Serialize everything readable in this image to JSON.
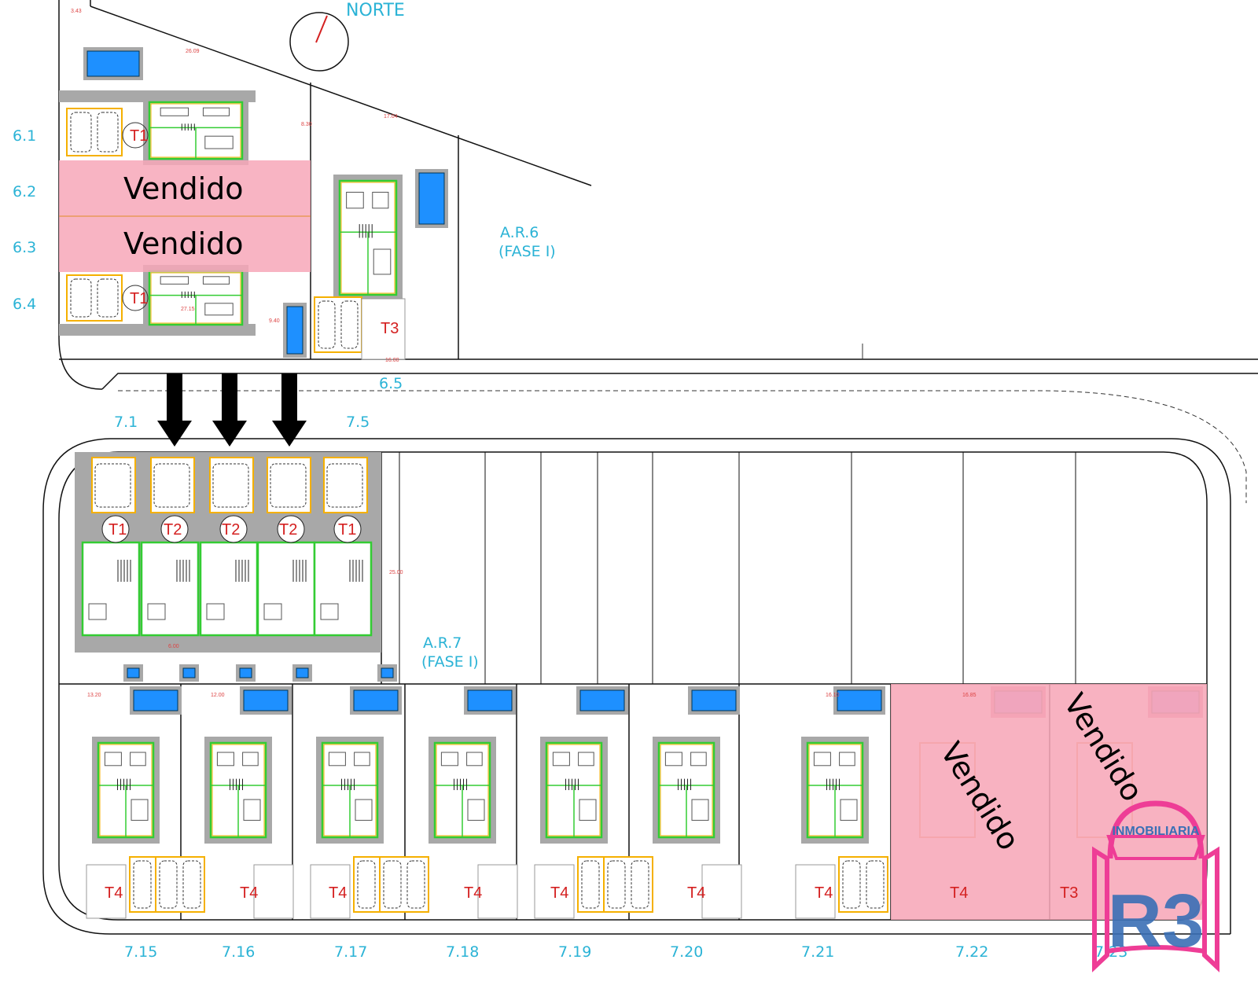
{
  "compass": {
    "label": "NORTE"
  },
  "phases": [
    {
      "name": "A.R.6",
      "sub": "(FASE I)"
    },
    {
      "name": "A.R.7",
      "sub": "(FASE I)"
    }
  ],
  "plots_top": [
    "6.1",
    "6.2",
    "6.3",
    "6.4",
    "6.5"
  ],
  "plots_mid": [
    "7.1",
    "7.5"
  ],
  "plots_bottom": [
    "7.15",
    "7.16",
    "7.17",
    "7.18",
    "7.19",
    "7.20",
    "7.21",
    "7.22",
    "7.23"
  ],
  "types_top": [
    "T1",
    "T1",
    "T3"
  ],
  "types_mid": [
    "T1",
    "T2",
    "T2",
    "T2",
    "T1"
  ],
  "types_bottom": [
    "T4",
    "T4",
    "T4",
    "T4",
    "T4",
    "T4",
    "T4",
    "T4",
    "T3"
  ],
  "sold_label": "Vendido",
  "dimensions": [
    "3.43",
    "26.09",
    "17.04",
    "8.30",
    "27.15",
    "9.40",
    "16.00",
    "25.00",
    "6.00",
    "13.20",
    "12.00",
    "16.10",
    "16.85"
  ],
  "logo": {
    "text": "INMOBILIARIA",
    "mark": "R3"
  },
  "colors": {
    "sold": "#f7a7b8",
    "plan_cyan": "#2bb3d6",
    "type_red": "#d42020",
    "pool": "#1e90ff",
    "wall": "#a8a8a8",
    "logo_pink": "#ee3d96",
    "logo_blue": "#3a6fb5"
  }
}
